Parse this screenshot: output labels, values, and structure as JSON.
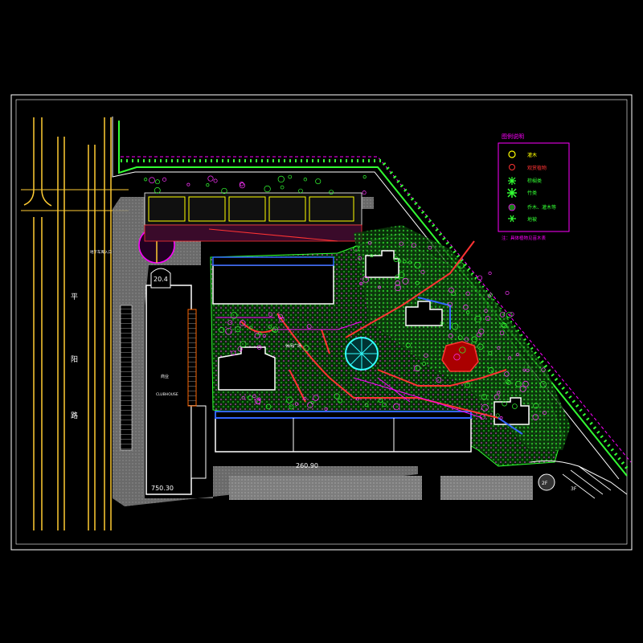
{
  "legend": {
    "title": "图例说明",
    "items": [
      {
        "label": "灌木",
        "icon": "shrub-icon",
        "color": "#ffff00"
      },
      {
        "label": "观赏植物",
        "icon": "ornamental-plant-icon",
        "color": "#ff3333"
      },
      {
        "label": "棕榈类",
        "icon": "palm-icon",
        "color": "#33ff33"
      },
      {
        "label": "竹类",
        "icon": "bamboo-icon",
        "color": "#33ff33"
      },
      {
        "label": "乔木、灌木等",
        "icon": "tree-icon",
        "color": "#33cc33"
      },
      {
        "label": "地被",
        "icon": "groundcover-icon",
        "color": "#33ff33"
      }
    ],
    "note": "注：具体植物见苗木表"
  },
  "plan_labels": {
    "road_name_1": "平",
    "road_name_2": "阳",
    "road_name_3": "路",
    "entrance": "地下车库入口",
    "elev_top_left": "20.4",
    "elev_bottom_left": "750.30",
    "elev_bottom_mid": "260.90",
    "plaza_label": "休闲广场",
    "corner_a": "2F",
    "corner_b": "3F",
    "building_main_1": "商业",
    "building_main_2": "CLUBHOUSE"
  },
  "colors": {
    "background": "#000000",
    "frame": "#ffffff",
    "road": "#ffcc33",
    "green": "#33ff33",
    "magenta": "#ff00ff",
    "red": "#ff3333",
    "blue": "#3366ff",
    "cyan": "#33ffff",
    "paving": "#8c8c8c"
  }
}
